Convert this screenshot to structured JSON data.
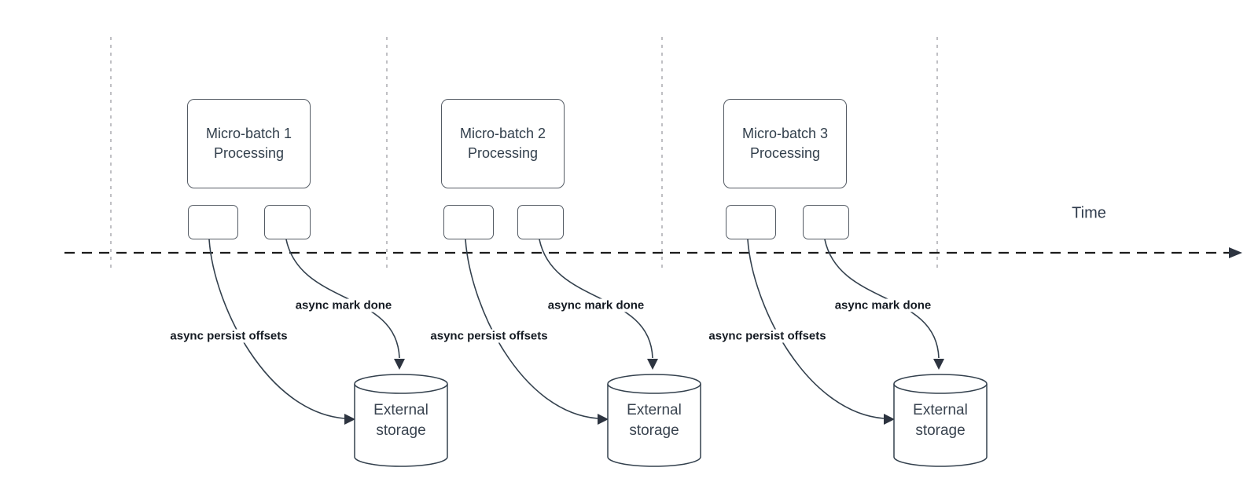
{
  "diagram": {
    "time_axis_label": "Time",
    "sections": [
      {
        "box_title_line1": "Micro-batch 1",
        "box_title_line2": "Processing",
        "persist_label": "async persist offsets",
        "mark_done_label": "async mark done",
        "storage_line1": "External",
        "storage_line2": "storage"
      },
      {
        "box_title_line1": "Micro-batch 2",
        "box_title_line2": "Processing",
        "persist_label": "async persist offsets",
        "mark_done_label": "async mark done",
        "storage_line1": "External",
        "storage_line2": "storage"
      },
      {
        "box_title_line1": "Micro-batch 3",
        "box_title_line2": "Processing",
        "persist_label": "async persist offsets",
        "mark_done_label": "async mark done",
        "storage_line1": "External",
        "storage_line2": "storage"
      }
    ],
    "colors": {
      "background": "#ffffff",
      "shape_stroke": "#545b64",
      "cylinder_stroke": "#33404d",
      "arrow_stroke": "#33404d",
      "arrowhead_fill": "#2d3440",
      "timeline_stroke": "#1c1c1c",
      "gridline_stroke": "#b0b0b5",
      "shape_text": "#33404d",
      "label_text": "#151b23"
    }
  }
}
